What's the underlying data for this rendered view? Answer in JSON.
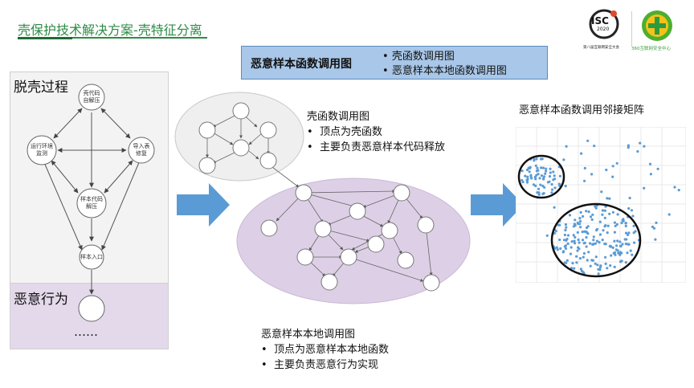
{
  "header": {
    "title": "壳保护技术解决方案-壳特征分离",
    "logo_isc": "ISC",
    "logo_isc_year": "2020",
    "logo_isc_caption": "第八届互联网安全大会",
    "logo_360_caption": "360互联网安全中心"
  },
  "legend": {
    "title": "恶意样本函数调用图",
    "items": [
      "壳函数调用图",
      "恶意样本本地函数调用图"
    ]
  },
  "left_panel": {
    "unpack_heading": "脱壳过程",
    "malicious_heading": "恶意行为",
    "ellipsis": "……",
    "nodes": {
      "top": "壳代码\n自解压",
      "left": "运行环境\n监测",
      "right": "导入表\n修复",
      "middle": "样本代码\n解压",
      "entry": "样本入口"
    }
  },
  "shell_graph": {
    "caption": "壳函数调用图",
    "bullets": [
      "顶点为壳函数",
      "主要负责恶意样本代码释放"
    ]
  },
  "local_graph": {
    "caption": "恶意样本本地调用图",
    "bullets": [
      "顶点为恶意样本本地函数",
      "主要负责恶意行为实现"
    ]
  },
  "matrix": {
    "caption": "恶意样本函数调用邻接矩阵"
  },
  "colors": {
    "title_green": "#2e8b46",
    "legend_blue": "#a9c7e8",
    "arrow_blue": "#5b9bd5",
    "purple_ellipse": "#ddd0e6",
    "gray_ellipse": "#efefef",
    "dot_blue": "#5b9bd5"
  }
}
